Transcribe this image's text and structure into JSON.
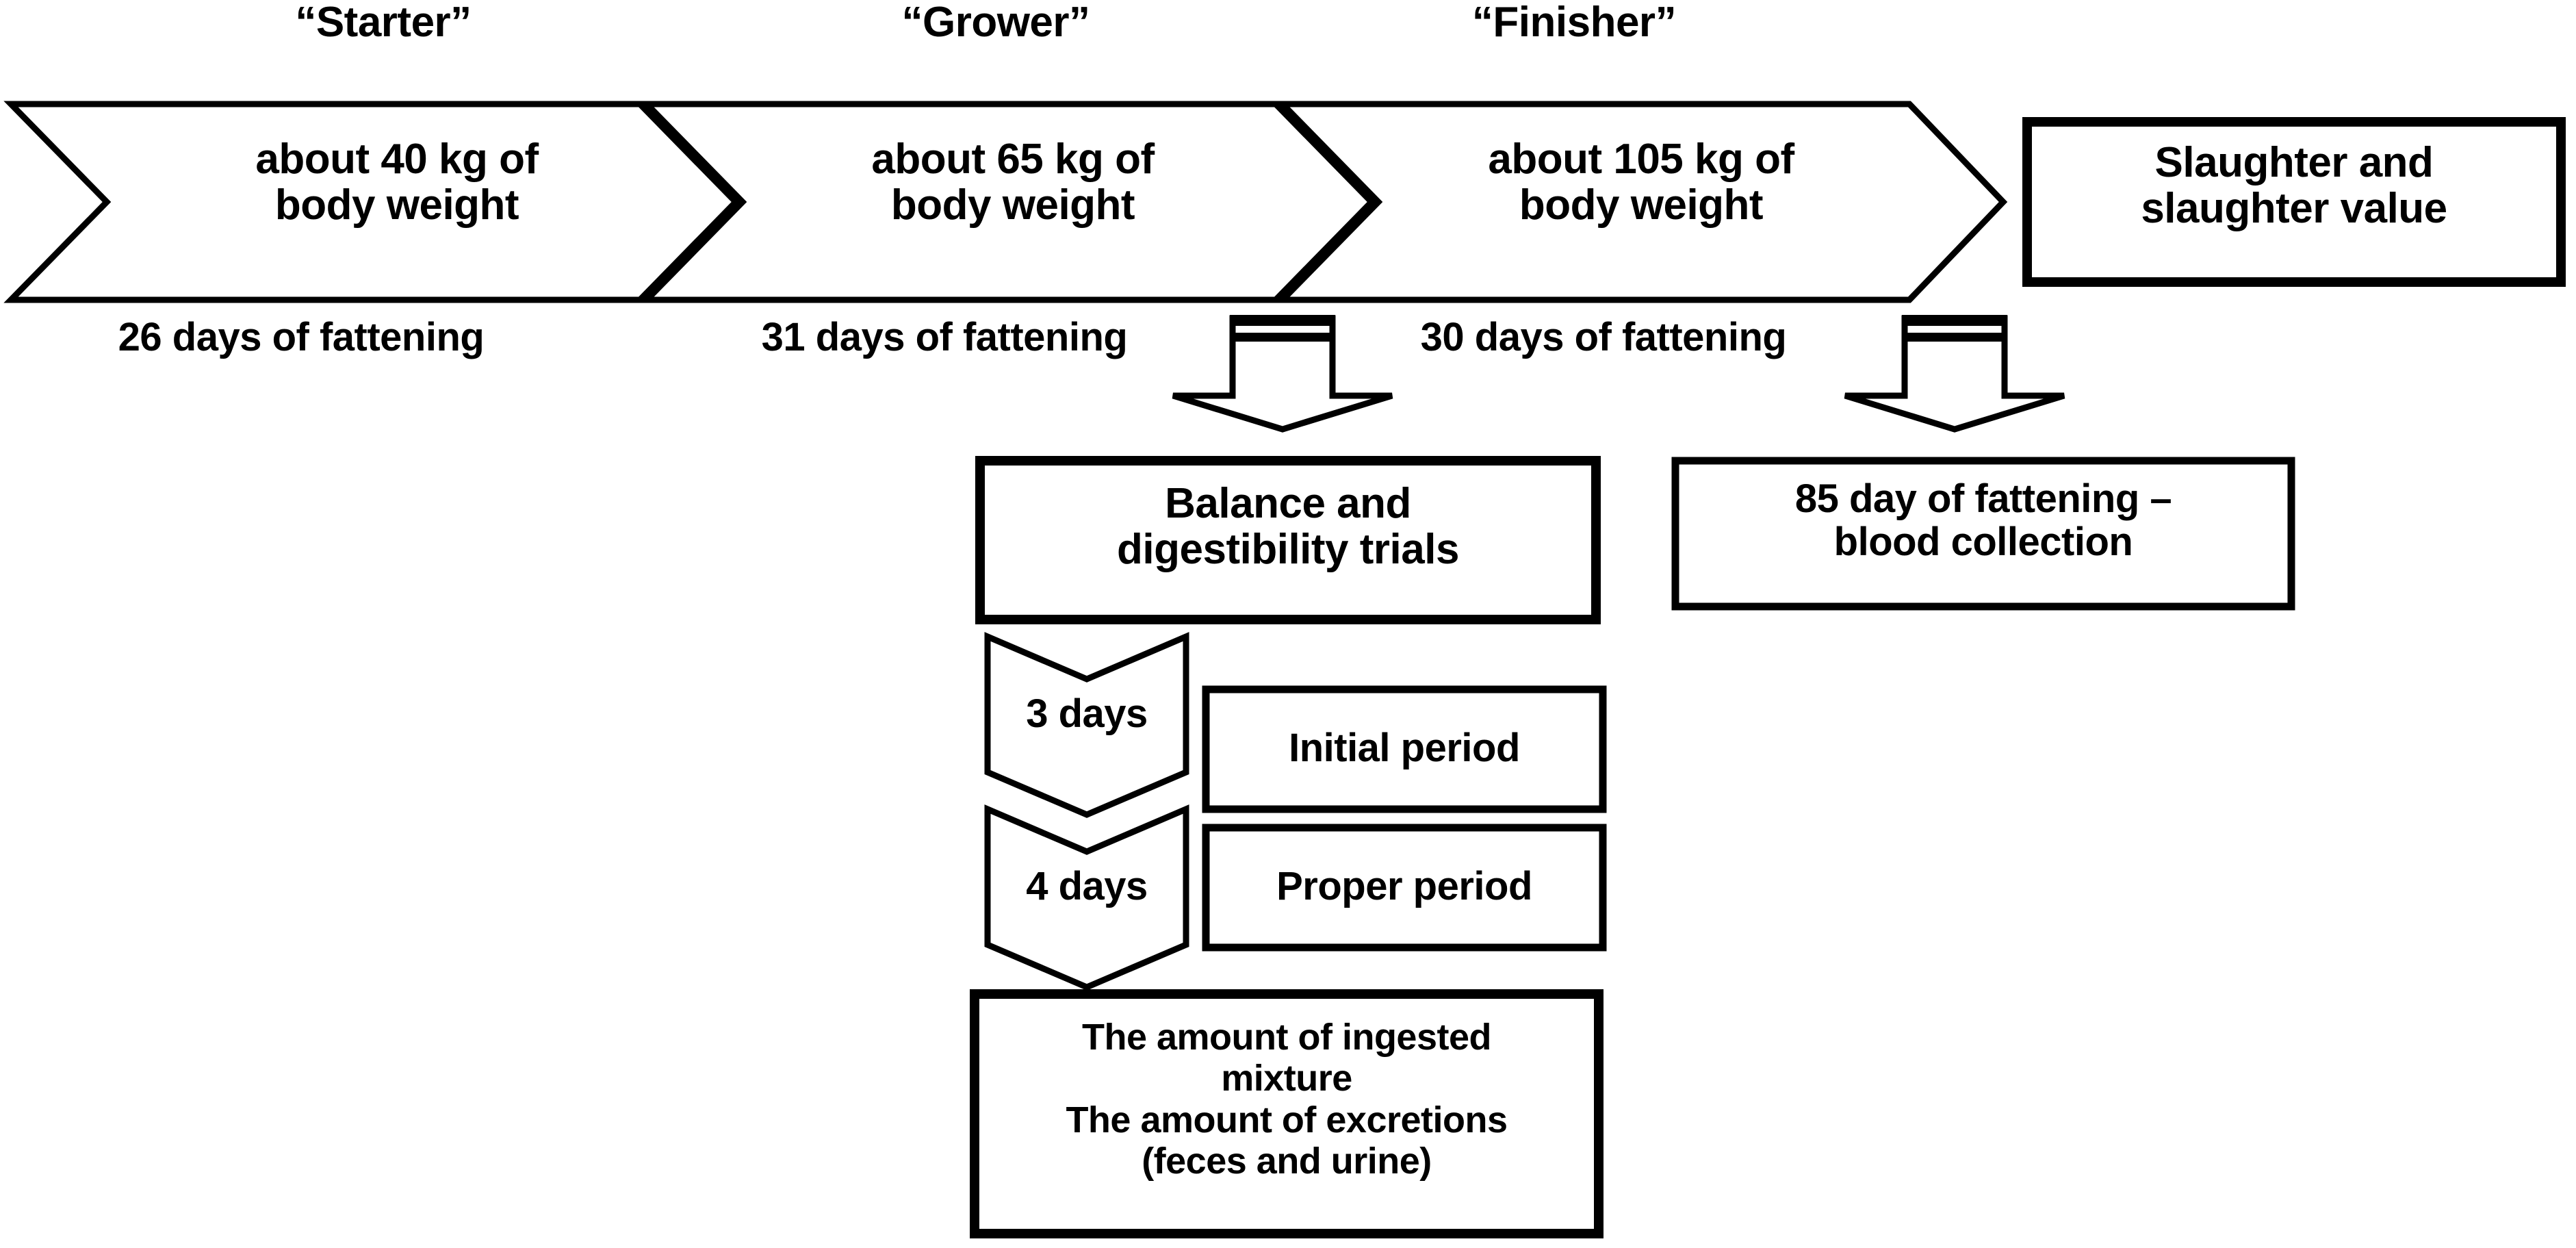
{
  "diagram": {
    "title": "Pig fattening experimental design flowchart",
    "colors": {
      "stroke": "#000000",
      "fill": "#ffffff",
      "text": "#000000"
    },
    "stages": [
      {
        "name": "starter",
        "title": "“Starter”",
        "body": "about 40 kg of\nbody weight",
        "days_label": "26 days of fattening"
      },
      {
        "name": "grower",
        "title": "“Grower”",
        "body": "about 65 kg of\nbody weight",
        "days_label": "31 days of fattening"
      },
      {
        "name": "finisher",
        "title": "“Finisher”",
        "body": "about 105 kg of\nbody weight",
        "days_label": "30 days of fattening"
      }
    ],
    "slaughter_box": {
      "label": "Slaughter and\nslaughter value"
    },
    "balance_box": {
      "label": "Balance and\ndigestibility trials"
    },
    "blood_box": {
      "label": "85 day of fattening –\nblood collection"
    },
    "periods": [
      {
        "name": "initial",
        "duration": "3 days",
        "label": "Initial period"
      },
      {
        "name": "proper",
        "duration": "4 days",
        "label": "Proper period"
      }
    ],
    "measurements_box": {
      "label": "The amount of ingested\nmixture\nThe amount of excretions\n(feces and urine)"
    }
  }
}
